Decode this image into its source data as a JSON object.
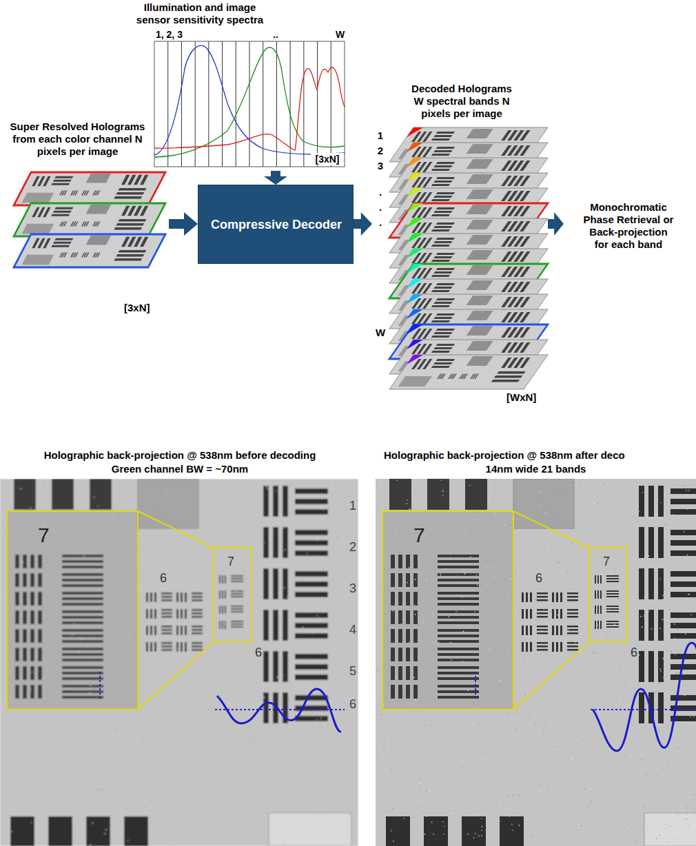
{
  "diagram": {
    "nodes": [
      {
        "text": [
          "Super Resolved Holograms from each color channel N pixels per image",
          "[3xN]"
        ]
      },
      {
        "text": [
          "Illumination and image sensor sensitivity spectra",
          "1, 2, 3",
          "..",
          "W",
          "[3xN]"
        ]
      },
      {
        "text": [
          "Compressive Decoder"
        ]
      },
      {
        "text": [
          "Decoded Holograms W spectral bands N pixels per image",
          "1",
          "2",
          "3",
          ".",
          ".",
          ".",
          "W",
          "[WxN]"
        ]
      },
      {
        "text": [
          "Monochromatic Phase Retrieval or Back-projection for each band"
        ]
      },
      {
        "text": [
          "Holographic back-projection @ 538nm before decoding",
          "Green channel BW = ~70nm"
        ]
      },
      {
        "text": [
          "Holographic back-projection @ 538nm after deco",
          "14nm wide 21 bands"
        ]
      }
    ],
    "edges": [
      {
        "from": 0,
        "to": 2,
        "arrow": "to"
      },
      {
        "from": 1,
        "to": 2,
        "arrow": "to"
      },
      {
        "from": 2,
        "to": 3,
        "arrow": "to"
      },
      {
        "from": 3,
        "to": 4,
        "arrow": "to"
      }
    ],
    "labels": [
      "7",
      "6",
      "7",
      "6",
      "1",
      "2",
      "3",
      "4",
      "5",
      "6",
      "7",
      "6",
      "7",
      "6"
    ]
  }
}
